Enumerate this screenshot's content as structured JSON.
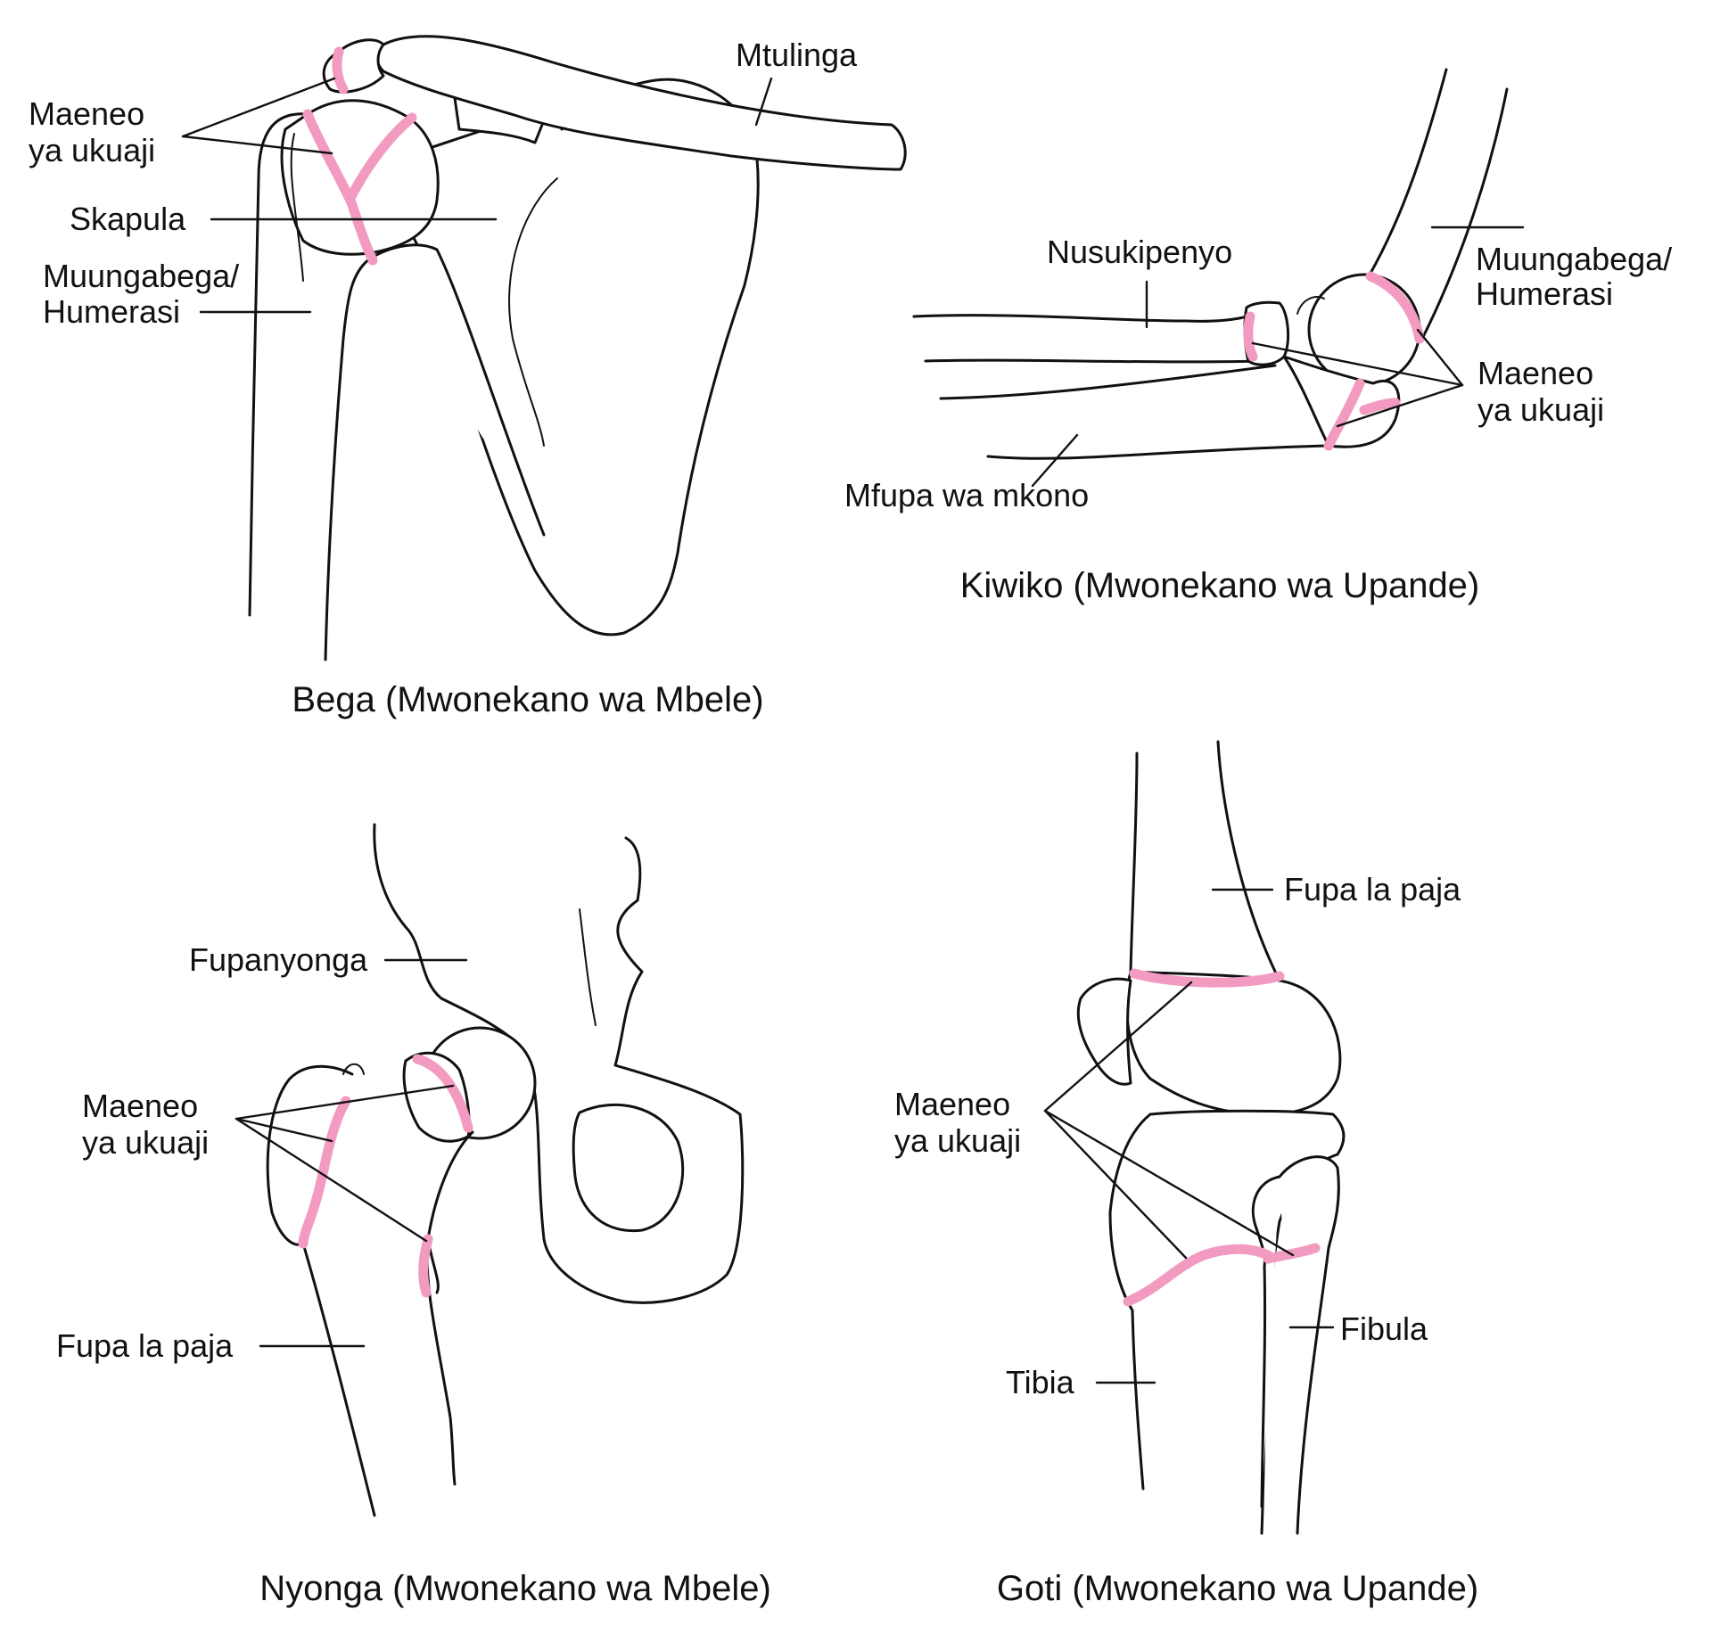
{
  "colors": {
    "growth_plate": "#f29ac0",
    "outline": "#111111",
    "background": "#ffffff"
  },
  "shoulder": {
    "caption": "Bega (Mwonekano wa Mbele)",
    "clavicle": "Mtulinga",
    "growth_areas": [
      "Maeneo",
      "ya ukuaji"
    ],
    "scapula": "Skapula",
    "humerus": [
      "Muungabega/",
      "Humerasi"
    ]
  },
  "elbow": {
    "caption": "Kiwiko (Mwonekano wa Upande)",
    "radius": "Nusukipenyo",
    "humerus": [
      "Muungabega/",
      "Humerasi"
    ],
    "growth_areas": [
      "Maeneo",
      "ya ukuaji"
    ],
    "ulna": "Mfupa wa mkono"
  },
  "hip": {
    "caption": "Nyonga (Mwonekano wa Mbele)",
    "pelvis": "Fupanyonga",
    "growth_areas": [
      "Maeneo",
      "ya ukuaji"
    ],
    "femur": "Fupa la paja"
  },
  "knee": {
    "caption": "Goti (Mwonekano wa Upande)",
    "femur": "Fupa la paja",
    "growth_areas": [
      "Maeneo",
      "ya ukuaji"
    ],
    "fibula": "Fibula",
    "tibia": "Tibia"
  }
}
